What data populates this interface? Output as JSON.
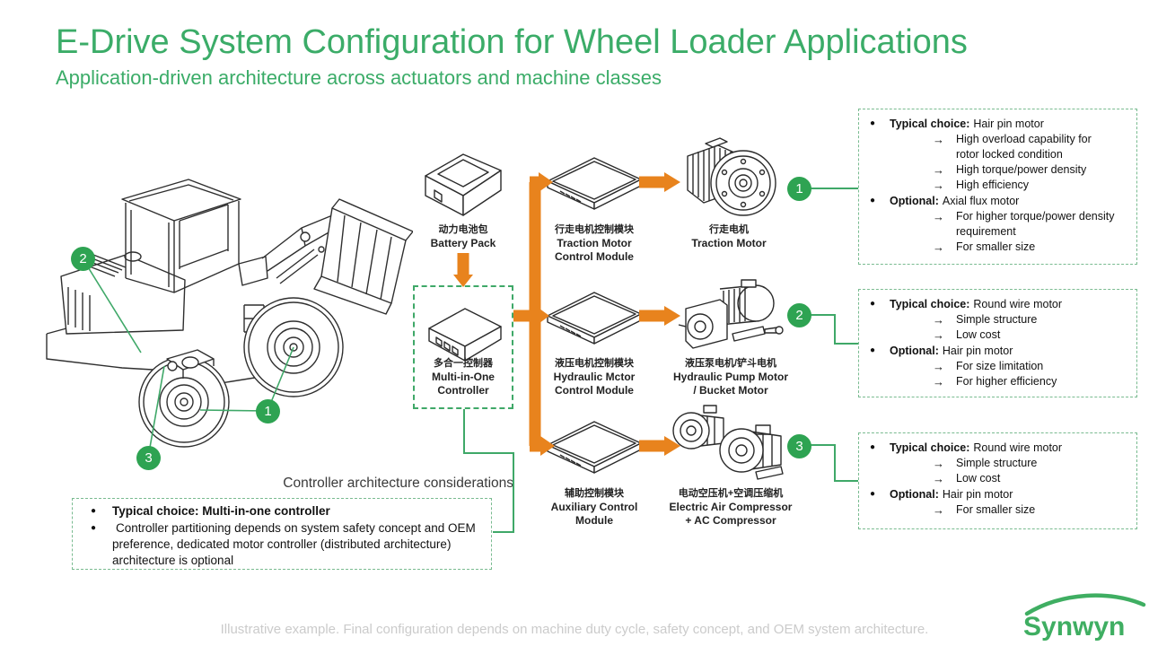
{
  "title": "E-Drive System Configuration for Wheel Loader Applications",
  "subtitle": "Application-driven architecture across actuators and machine classes",
  "glyphs": {
    "bullet": "●",
    "arrow": "→"
  },
  "colors": {
    "accent_green": "#3bac68",
    "arrow_orange": "#e8831d",
    "callout_green": "#2ea352",
    "footer_gray": "#cbcbcb"
  },
  "callouts": {
    "one": "1",
    "two": "2",
    "three": "3"
  },
  "flow": {
    "battery": {
      "zh": "动力电池包",
      "en": "Battery Pack"
    },
    "traction_mcm": {
      "zh": "行走电机控制模块",
      "en1": "Traction Motor",
      "en2": "Control Module"
    },
    "traction_motor": {
      "zh": "行走电机",
      "en": "Traction Motor"
    },
    "controller": {
      "zh": "多合一控制器",
      "en1": "Multi-in-One",
      "en2": "Controller"
    },
    "hydraulic_mcm": {
      "zh": "液压电机控制模块",
      "en1": "Hydraulic Mctor",
      "en2": "Control Module"
    },
    "hydraulic_motor": {
      "zh": "液压泵电机/铲斗电机",
      "en1": "Hydraulic Pump Motor",
      "en2": "/ Bucket Motor"
    },
    "aux_cm": {
      "zh": "辅助控制模块",
      "en1": "Auxiliary Control",
      "en2": "Module"
    },
    "compressor": {
      "zh": "电动空压机+空调压缩机",
      "en1": "Electric Air Compressor",
      "en2": "+ AC Compressor"
    }
  },
  "notes": [
    {
      "items": [
        {
          "bold": "Typical choice:",
          "text": "Hair pin motor",
          "subs": [
            "High overload capability for rotor locked condition",
            "High torque/power density",
            "High efficiency"
          ]
        },
        {
          "bold": "Optional:",
          "text": "Axial flux motor",
          "subs": [
            "For higher torque/power density requirement",
            "For smaller size"
          ]
        }
      ]
    },
    {
      "items": [
        {
          "bold": "Typical choice:",
          "text": "Round wire motor",
          "subs": [
            "Simple structure",
            "Low cost"
          ]
        },
        {
          "bold": "Optional:",
          "text": "Hair pin motor",
          "subs": [
            "For size limitation",
            "For higher efficiency"
          ]
        }
      ]
    },
    {
      "items": [
        {
          "bold": "Typical choice:",
          "text": "Round wire motor",
          "subs": [
            "Simple structure",
            "Low cost"
          ]
        },
        {
          "bold": "Optional:",
          "text": "Hair pin motor",
          "subs": [
            "For smaller size"
          ]
        }
      ]
    }
  ],
  "controller_note": {
    "heading": "Controller architecture considerations",
    "items": [
      {
        "bold": "Typical choice: Multi-in-one controller",
        "text": ""
      },
      {
        "bold": "",
        "text": "Controller partitioning depends on system safety concept and OEM preference, dedicated motor controller (distributed architecture) architecture is optional"
      }
    ]
  },
  "footer": "Illustrative example. Final configuration depends on machine duty cycle, safety concept, and OEM system architecture.",
  "logo": "Synwyn"
}
